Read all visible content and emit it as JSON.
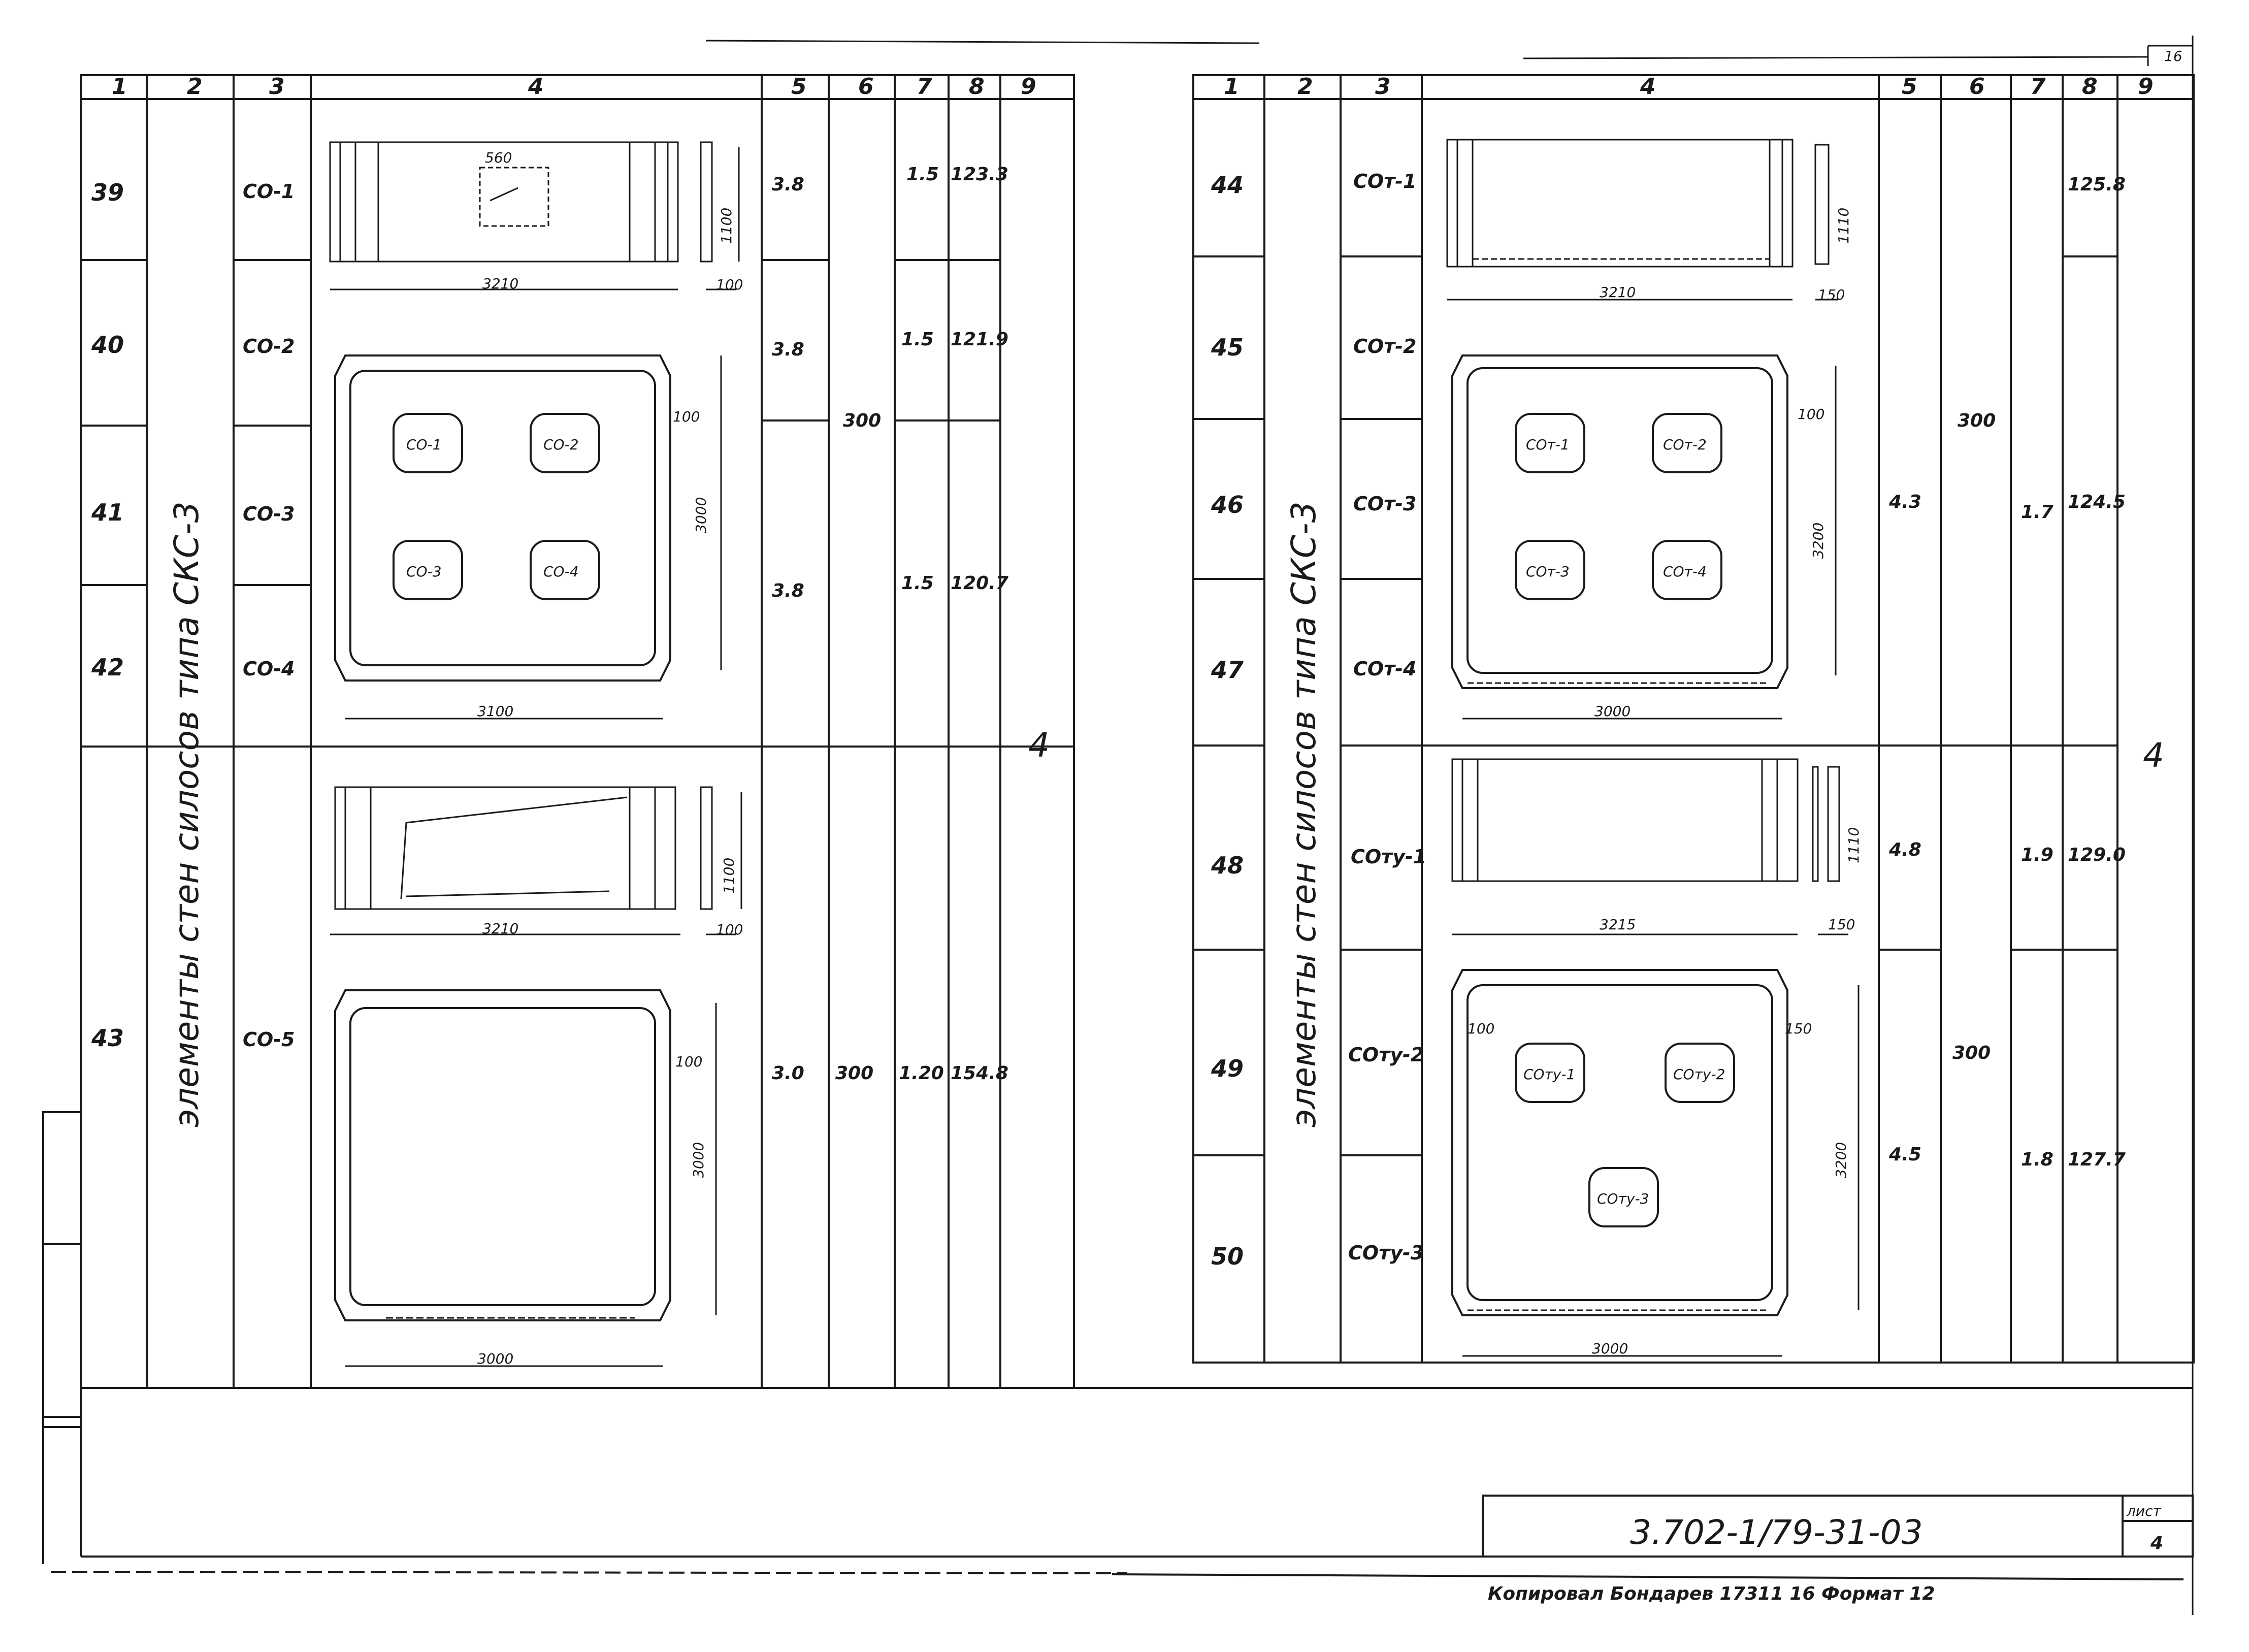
{
  "sheet_number_top": "16",
  "left": {
    "headers": [
      "1",
      "2",
      "3",
      "4",
      "5",
      "6",
      "7",
      "8",
      "9"
    ],
    "group_label": "элементы   стен   силосов   типа СКС-3",
    "rows": [
      {
        "no": "39",
        "mark": "СО-1",
        "v5": "3.8",
        "v7": "1.5",
        "v8": "123.3"
      },
      {
        "no": "40",
        "mark": "СО-2",
        "v5": "3.8",
        "v7": "1.5",
        "v8": "121.9"
      },
      {
        "no": "41",
        "mark": "СО-3",
        "v5": "3.8",
        "v7": "1.5",
        "v8": "120.7"
      },
      {
        "no": "42",
        "mark": "СО-4"
      },
      {
        "no": "43",
        "mark": "СО-5",
        "v5": "3.0",
        "v6": "300",
        "v7": "1.20",
        "v8": "154.8"
      }
    ],
    "v6_shared": "300",
    "col9": "4",
    "dims": {
      "d3210": "3210",
      "d3100": "3100",
      "d3000": "3000",
      "d100": "100",
      "d560": "560",
      "d1100": "1100"
    },
    "plan_labels": [
      "СО-1",
      "СО-2",
      "СО-3",
      "СО-4"
    ]
  },
  "right": {
    "headers": [
      "1",
      "2",
      "3",
      "4",
      "5",
      "6",
      "7",
      "8",
      "9"
    ],
    "group_label": "элементы   стен   силосов   типа СКС-3",
    "rows": [
      {
        "no": "44",
        "mark": "СОт-1"
      },
      {
        "no": "45",
        "mark": "СОт-2"
      },
      {
        "no": "46",
        "mark": "СОт-3"
      },
      {
        "no": "47",
        "mark": "СОт-4"
      },
      {
        "no": "48",
        "mark": "СОту-1"
      },
      {
        "no": "49",
        "mark": "СОту-2"
      },
      {
        "no": "50",
        "mark": "СОту-3"
      }
    ],
    "grp1": {
      "v5": "4.3",
      "v6": "300",
      "v7": "1.7",
      "v8": "124.5",
      "v8_top": "125.8"
    },
    "grp2": {
      "v5a": "4.8",
      "v7a": "1.9",
      "v8a": "129.0",
      "v6": "300",
      "v5b": "4.5",
      "v7b": "1.8",
      "v8b": "127.7"
    },
    "col9": "4",
    "dims": {
      "d3210": "3210",
      "d3000": "3000",
      "d3215": "3215",
      "d100": "100",
      "d150": "150",
      "d1110": "1110",
      "d3200": "3200"
    },
    "plan_labels_a": [
      "СОт-1",
      "СОт-2",
      "СОт-3",
      "СОт-4"
    ],
    "plan_labels_b": [
      "СОту-1",
      "СОту-2",
      "СОту-3"
    ]
  },
  "title_block": {
    "code": "3.702-1/79-31-03",
    "sheet_label": "лист",
    "sheet": "4"
  },
  "footer": "Копировал   Бондарев   17311   16   Формат 12"
}
